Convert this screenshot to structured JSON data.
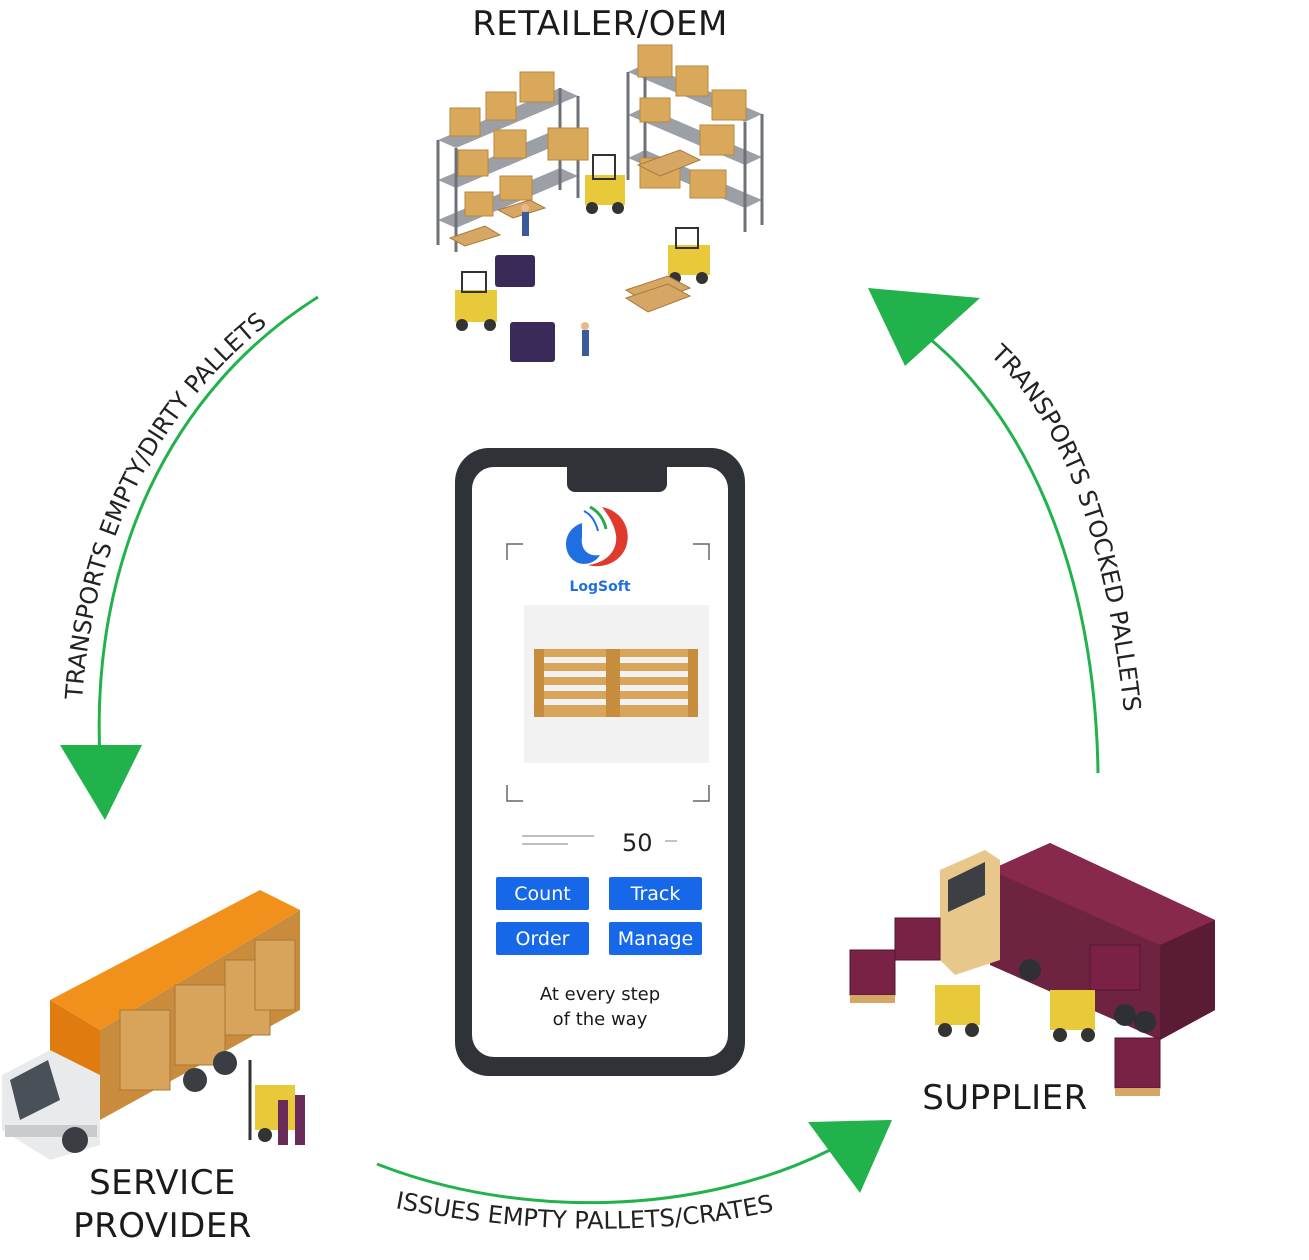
{
  "nodes": {
    "top": "RETAILER/OEM",
    "right": "SUPPLIER",
    "left_line1": "SERVICE",
    "left_line2": "PROVIDER"
  },
  "flows": {
    "left": "TRANSPORTS EMPTY/DIRTY PALLETS",
    "right": "TRANSPORTS STOCKED PALLETS",
    "bottom": "ISSUES EMPTY PALLETS/CRATES"
  },
  "app": {
    "brand": "LogSoft",
    "count_value": "50",
    "buttons": {
      "count": "Count",
      "track": "Track",
      "order": "Order",
      "manage": "Manage"
    },
    "tagline_line1": "At every step",
    "tagline_line2": "of the way"
  },
  "colors": {
    "arrow": "#22b24c",
    "button": "#1668e8",
    "phone_frame": "#2f3237",
    "brand": "#1f6fe3"
  }
}
